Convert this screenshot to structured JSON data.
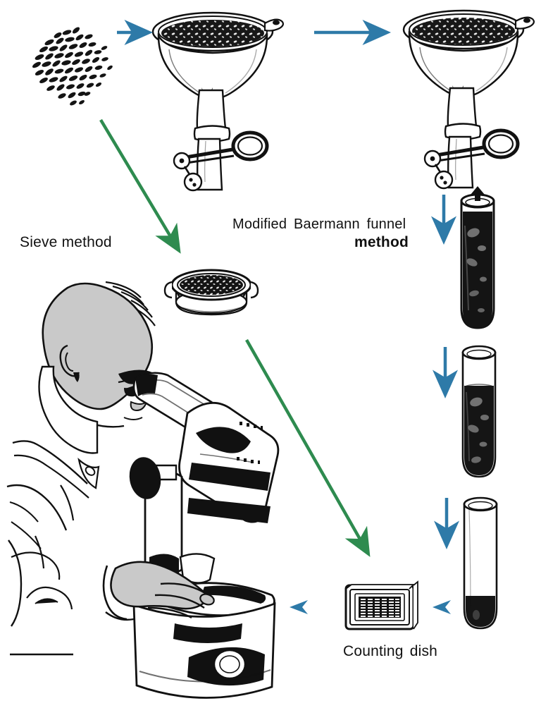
{
  "figure": {
    "title": "Nematode extraction workflow",
    "background_color": "#ffffff"
  },
  "colors": {
    "arrow_blue": "#2E7AA8",
    "arrow_green": "#2E8B4F",
    "ink_black": "#111111",
    "skin_gray": "#C9C9C9",
    "sample_dark": "#1A1A1A"
  },
  "labels": {
    "sieve_method": "Sieve method",
    "baermann_line1": "Modified  Baermann  funnel",
    "baermann_line2": "method",
    "counting_dish": "Counting  dish"
  },
  "illustrations": {
    "soil_sample": {
      "name": "soil-sample-cluster",
      "description": "Cluster of dark oval soil particles and root fragments"
    },
    "funnel_1": {
      "name": "baermann-funnel-loaded",
      "description": "Baermann funnel filled with dark soil sample, rubber tube and pinch clamp"
    },
    "funnel_2": {
      "name": "baermann-funnel-incubating",
      "description": "Second Baermann funnel, sample settling, clamp closed"
    },
    "sieve": {
      "name": "sieve-with-soil",
      "description": "Round sieve holding dark soil residue"
    },
    "tube_1": {
      "name": "test-tube-full-suspension",
      "description": "Test tube nearly full of dark turbid suspension"
    },
    "tube_2": {
      "name": "test-tube-settling",
      "description": "Test tube with dark suspension and clear supernatant at top"
    },
    "tube_3": {
      "name": "test-tube-pellet",
      "description": "Clear test tube with small dark pellet at bottom"
    },
    "counting_dish": {
      "name": "counting-dish-grid",
      "description": "Rectangular counting dish with gridded counting chambers"
    },
    "microscopist": {
      "name": "scientist-at-microscope",
      "description": "Researcher viewing a sample through a stereo microscope"
    }
  },
  "arrows": [
    {
      "name": "arrow-sample-to-funnel",
      "color": "#2E7AA8",
      "direction": "right"
    },
    {
      "name": "arrow-funnel-to-funnel",
      "color": "#2E7AA8",
      "direction": "right"
    },
    {
      "name": "arrow-funnel-to-tube",
      "color": "#2E7AA8",
      "direction": "down"
    },
    {
      "name": "arrow-tube1-to-tube2",
      "color": "#2E7AA8",
      "direction": "down"
    },
    {
      "name": "arrow-tube2-to-tube3",
      "color": "#2E7AA8",
      "direction": "down"
    },
    {
      "name": "arrow-tube-to-dish",
      "color": "#2E7AA8",
      "direction": "left"
    },
    {
      "name": "arrow-dish-to-microscope",
      "color": "#2E7AA8",
      "direction": "left"
    },
    {
      "name": "arrow-sample-to-sieve",
      "color": "#2E8B4F",
      "direction": "down-right"
    },
    {
      "name": "arrow-sieve-to-dish",
      "color": "#2E8B4F",
      "direction": "down-right"
    }
  ]
}
